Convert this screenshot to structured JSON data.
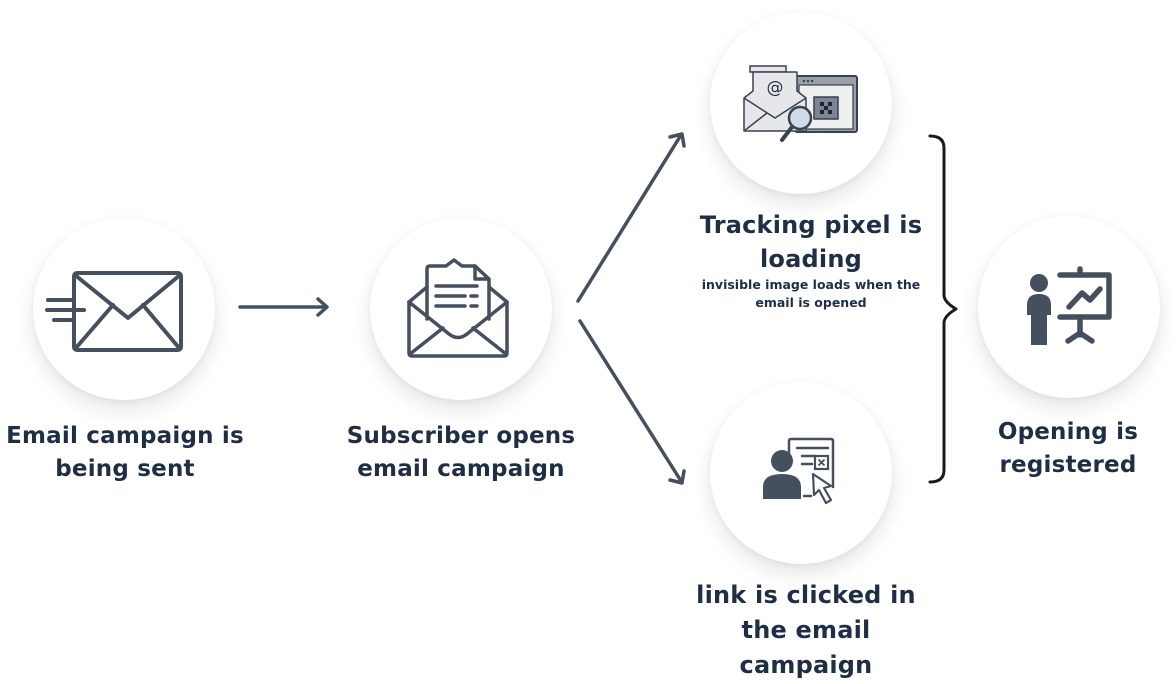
{
  "diagram": {
    "colors": {
      "icon": "#454f5e",
      "text": "#1f2d45",
      "bracket": "#1a1a1a"
    },
    "nodes": [
      {
        "id": "send",
        "icon": "email-sent-icon",
        "label_line1": "Email campaign is",
        "label_line2": "being sent"
      },
      {
        "id": "open",
        "icon": "open-envelope-letter-icon",
        "label_line1": "Subscriber opens",
        "label_line2": "email campaign"
      },
      {
        "id": "pixel",
        "icon": "tracking-pixel-icon",
        "label_line1": "Tracking pixel is",
        "label_line2": "loading",
        "sub_line1": "invisible image loads when the",
        "sub_line2": "email is opened"
      },
      {
        "id": "click",
        "icon": "user-click-link-icon",
        "label_line1": "link is clicked in",
        "label_line2": "the email",
        "label_line3": "campaign"
      },
      {
        "id": "register",
        "icon": "presentation-chart-icon",
        "label_line1": "Opening is",
        "label_line2": "registered"
      }
    ],
    "edges": [
      {
        "from": "send",
        "to": "open",
        "type": "arrow"
      },
      {
        "from": "open",
        "to": "pixel",
        "type": "arrow"
      },
      {
        "from": "open",
        "to": "click",
        "type": "arrow"
      },
      {
        "from": [
          "pixel",
          "click"
        ],
        "to": "register",
        "type": "curly-brace"
      }
    ]
  }
}
